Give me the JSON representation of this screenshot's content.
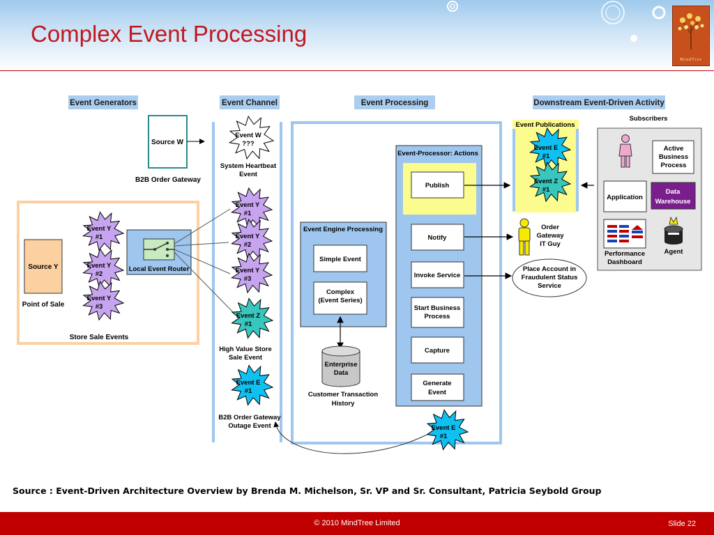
{
  "slide": {
    "title": "Complex Event Processing",
    "logo_text": "MindTree",
    "source_note": "Source : Event-Driven Architecture Overview by Brenda M. Michelson, Sr. VP and Sr. Consultant, Patricia Seybold Group",
    "footer_copyright": "© 2010 MindTree Limited",
    "slide_number": "Slide 22"
  },
  "colors": {
    "title_red": "#c0171f",
    "footer_red": "#c00000",
    "header_label_blue": "#aacdf0",
    "panel_blue": "#9ec6ee",
    "purple_event": "#c6a4ef",
    "teal_event": "#38c6bd",
    "cyan_event": "#10c0f0",
    "publications_yellow": "#fcfc8e",
    "data_warehouse_purple": "#7a1e8e",
    "store_orange": "#fcd0a0"
  },
  "diagram": {
    "headers": {
      "event_generators": "Event Generators",
      "event_channel": "Event Channel",
      "event_processing": "Event Processing",
      "downstream": "Downstream Event-Driven Activity"
    },
    "generators": {
      "source_w": "Source W",
      "b2b_gateway": "B2B Order Gateway",
      "source_y": "Source Y",
      "point_of_sale": "Point of Sale",
      "local_router": "Local Event Router",
      "store_sale_events": "Store Sale Events",
      "store_event_1": [
        "Event Y",
        "#1"
      ],
      "store_event_2": [
        "Event Y",
        "#2"
      ],
      "store_event_3": [
        "Event Y",
        "#3"
      ]
    },
    "channel": {
      "event_w": [
        "Event W",
        "???"
      ],
      "heartbeat_caption": [
        "System Heartbeat",
        "Event"
      ],
      "event_y1": [
        "Event Y",
        "#1"
      ],
      "event_y2": [
        "Event Y",
        "#2"
      ],
      "event_y3": [
        "Event Y",
        "#3"
      ],
      "event_z1": [
        "Event Z",
        "#1"
      ],
      "high_value_caption": [
        "High Value Store",
        "Sale Event"
      ],
      "event_e1": [
        "Event E",
        "#1"
      ],
      "outage_caption": [
        "B2B Order Gateway",
        "Outage Event"
      ]
    },
    "processing": {
      "engine_title": "Event Engine Processing",
      "simple_event": "Simple Event",
      "complex_event": [
        "Complex",
        "(Event Series)"
      ],
      "enterprise_data": [
        "Enterprise",
        "Data"
      ],
      "customer_history": [
        "Customer Transaction",
        "History"
      ],
      "actions_title": "Event-Processor: Actions",
      "actions": {
        "publish": "Publish",
        "notify": "Notify",
        "invoke": "Invoke Service",
        "start_bp": [
          "Start Business",
          "Process"
        ],
        "capture": "Capture",
        "generate": [
          "Generate",
          "Event"
        ]
      },
      "generated_event": [
        "Event E",
        "#1"
      ]
    },
    "downstream": {
      "publications_title": "Event Publications",
      "pub_event_e": [
        "Event E",
        "#1"
      ],
      "pub_event_z": [
        "Event Z",
        "#1"
      ],
      "subscribers_title": "Subscribers",
      "active_bp": [
        "Active",
        "Business",
        "Process"
      ],
      "application": "Application",
      "data_warehouse": [
        "Data",
        "Warehouse"
      ],
      "perf_dashboard": [
        "Performance",
        "Dashboard"
      ],
      "agent": "Agent",
      "it_guy": [
        "Order",
        "Gateway",
        "IT Guy"
      ],
      "fraud_service": [
        "Place Account in",
        "Fraudulent Status",
        "Service"
      ]
    }
  }
}
